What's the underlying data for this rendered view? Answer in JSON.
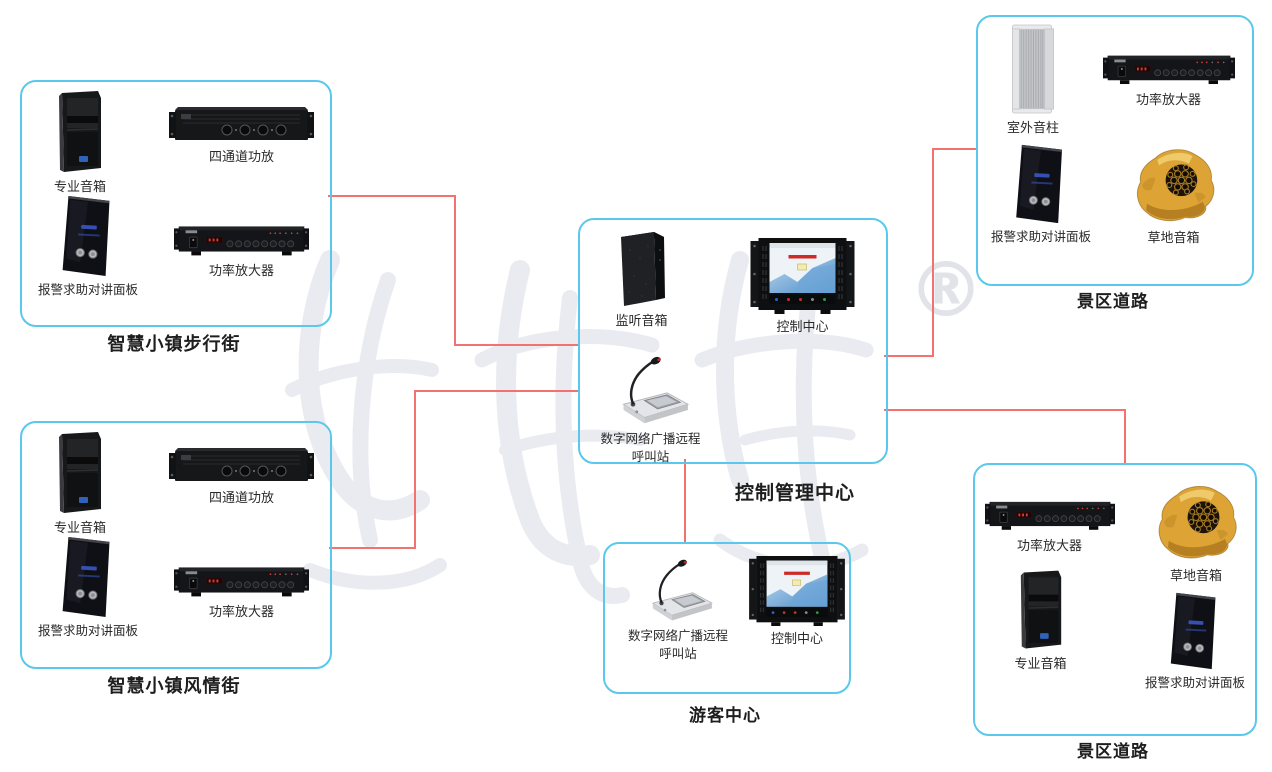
{
  "watermark": {
    "registered_mark": "®"
  },
  "zones": {
    "pedestrian_street": {
      "title": "智慧小镇步行街",
      "items": {
        "pro_speaker": "专业音箱",
        "four_channel_amp": "四通道功放",
        "alarm_panel": "报警求助对讲面板",
        "power_amp": "功率放大器"
      }
    },
    "folk_street": {
      "title": "智慧小镇风情街",
      "items": {
        "pro_speaker": "专业音箱",
        "four_channel_amp": "四通道功放",
        "alarm_panel": "报警求助对讲面板",
        "power_amp": "功率放大器"
      }
    },
    "control_management_center": {
      "title": "控制管理中心",
      "items": {
        "monitor_speaker": "监听音箱",
        "control_center": "控制中心",
        "call_station_line1": "数字网络广播远程",
        "call_station_line2": "呼叫站"
      }
    },
    "visitor_center": {
      "title": "游客中心",
      "items": {
        "call_station_line1": "数字网络广播远程",
        "call_station_line2": "呼叫站",
        "control_center": "控制中心"
      }
    },
    "scenic_road_north": {
      "title": "景区道路",
      "items": {
        "outdoor_column": "室外音柱",
        "power_amp": "功率放大器",
        "alarm_panel": "报警求助对讲面板",
        "lawn_speaker": "草地音箱"
      }
    },
    "scenic_road_south": {
      "title": "景区道路",
      "items": {
        "power_amp": "功率放大器",
        "lawn_speaker": "草地音箱",
        "pro_speaker": "专业音箱",
        "alarm_panel": "报警求助对讲面板"
      }
    }
  },
  "colors": {
    "zone_border": "#5ac8ec",
    "connector": "#f1726f",
    "watermark": "#e9ebf0"
  }
}
